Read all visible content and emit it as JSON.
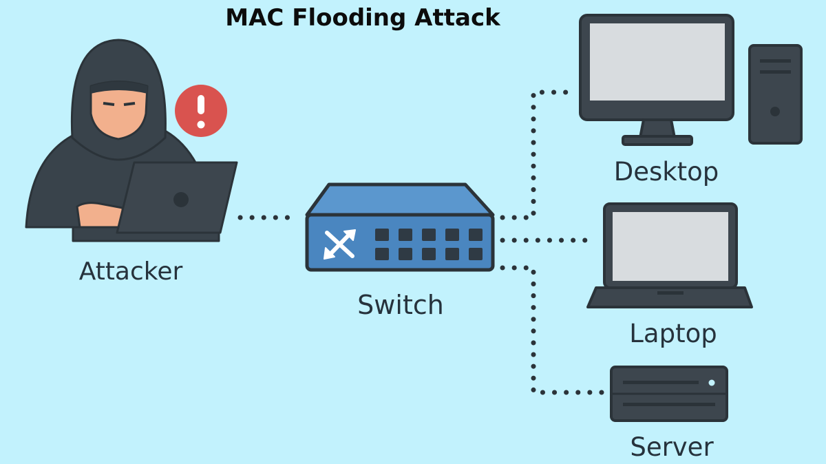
{
  "title": "MAC Flooding Attack",
  "colors": {
    "background": "#c2f2fd",
    "outline": "#2b3339",
    "hoodie": "#39434b",
    "skin": "#f2b08d",
    "alert": "#d9534f",
    "switch_body": "#4a86c0",
    "switch_top": "#5b97ce",
    "screen": "#d8dcdf",
    "device_body": "#3d464e"
  },
  "nodes": {
    "attacker": {
      "label": "Attacker",
      "icon": "hooded-attacker-with-laptop-icon",
      "alert_icon": "exclamation-alert-icon"
    },
    "switch": {
      "label": "Switch",
      "icon": "network-switch-icon"
    },
    "desktop": {
      "label": "Desktop",
      "icon": "desktop-computer-icon"
    },
    "laptop": {
      "label": "Laptop",
      "icon": "laptop-icon"
    },
    "server": {
      "label": "Server",
      "icon": "server-icon"
    }
  },
  "connections": [
    {
      "from": "attacker",
      "to": "switch",
      "style": "dotted"
    },
    {
      "from": "switch",
      "to": "desktop",
      "style": "dotted"
    },
    {
      "from": "switch",
      "to": "laptop",
      "style": "dotted"
    },
    {
      "from": "switch",
      "to": "server",
      "style": "dotted"
    }
  ]
}
